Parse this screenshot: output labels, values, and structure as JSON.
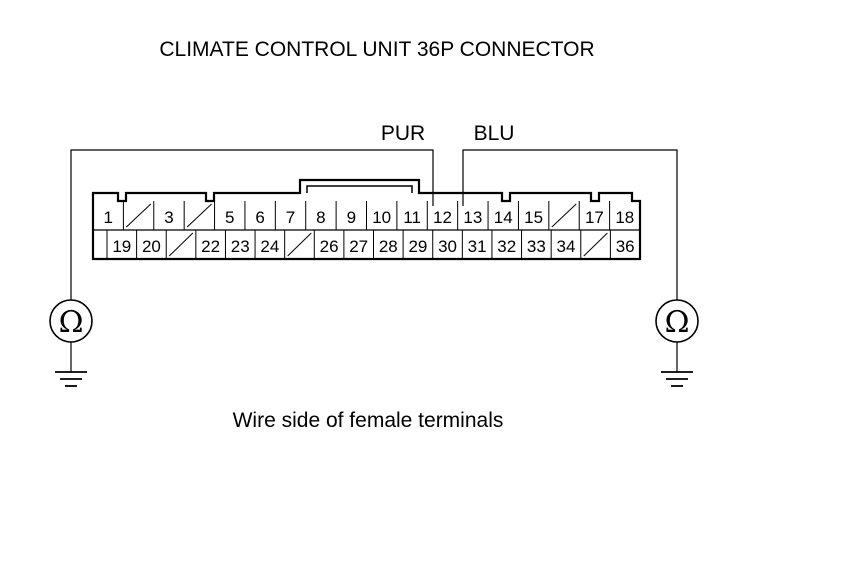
{
  "title": "CLIMATE CONTROL UNIT 36P CONNECTOR",
  "caption": "Wire side of female terminals",
  "wires": {
    "left": "PUR",
    "right": "BLU"
  },
  "meter_symbol": "Ω",
  "icons": {
    "meter": "ohmmeter-icon",
    "ground": "ground-icon"
  },
  "connector": {
    "top_row": [
      "1",
      "/",
      "3",
      "/",
      "5",
      "6",
      "7",
      "8",
      "9",
      "10",
      "11",
      "12",
      "13",
      "14",
      "15",
      "/",
      "17",
      "18"
    ],
    "bottom_row": [
      "",
      "19",
      "20",
      "/",
      "22",
      "23",
      "24",
      "/",
      "26",
      "27",
      "28",
      "29",
      "30",
      "31",
      "32",
      "33",
      "34",
      "/",
      "36"
    ]
  }
}
